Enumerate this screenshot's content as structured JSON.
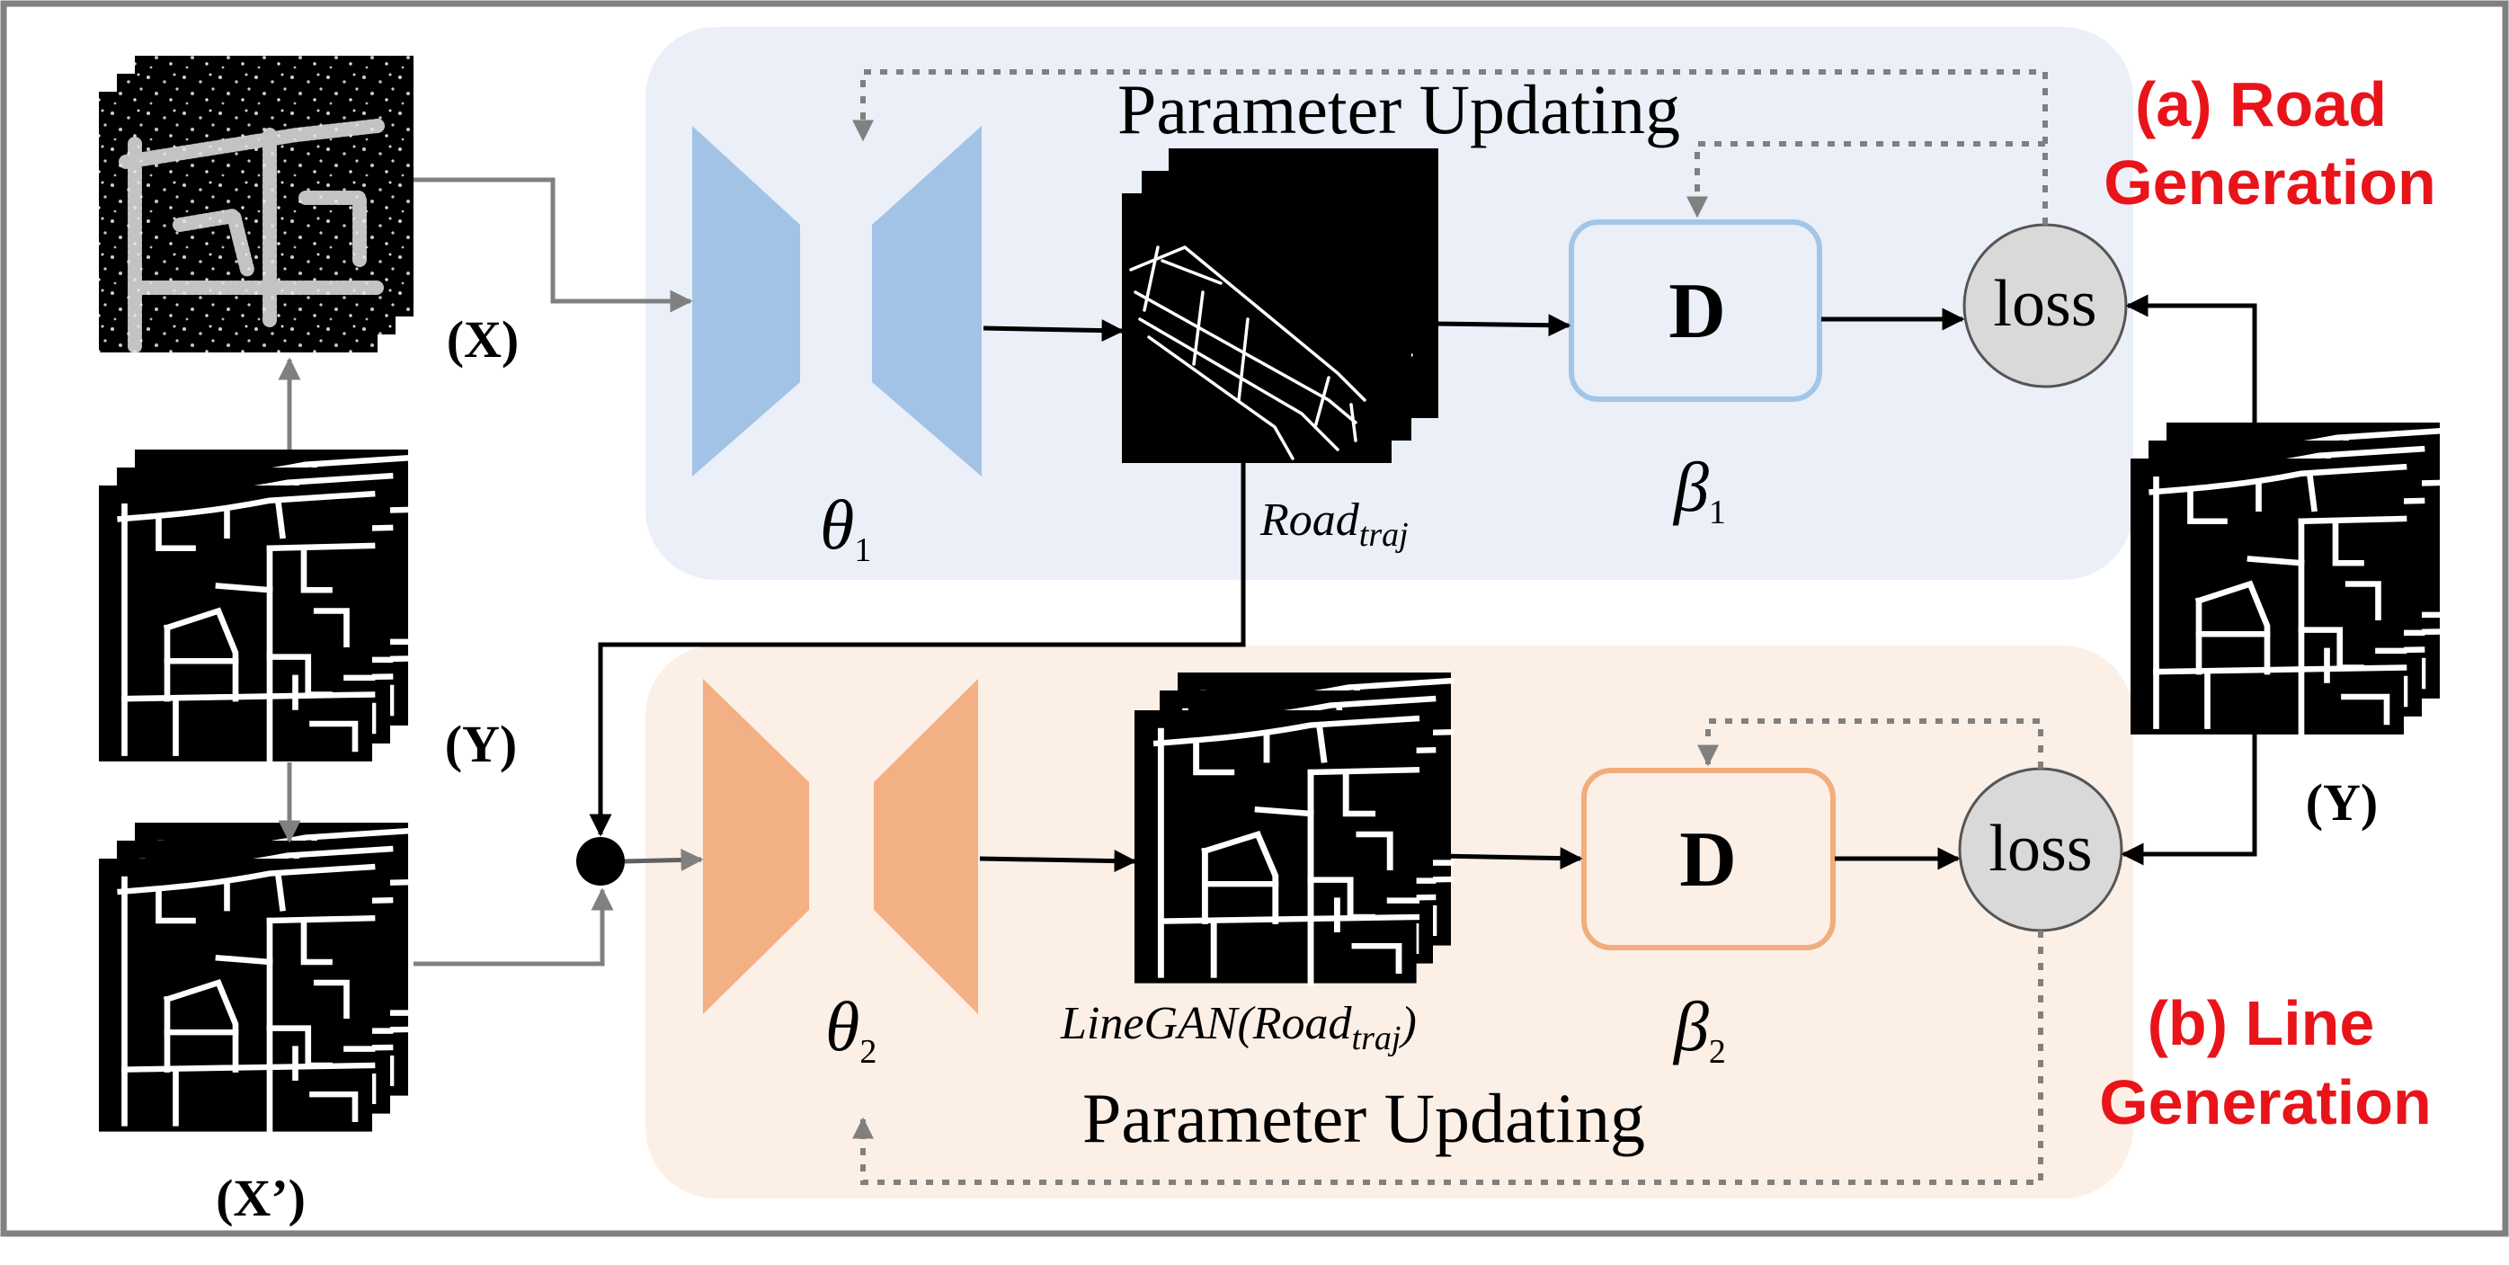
{
  "panels": {
    "road": {
      "title_line1": "(a) Road",
      "title_line2": "Generation",
      "param_update": "Parameter Updating"
    },
    "line": {
      "title_line1": "(b) Line",
      "title_line2": "Generation",
      "param_update": "Parameter Updating"
    }
  },
  "inputs": {
    "x": "(X)",
    "y": "(Y)",
    "x_prime": "(X’)",
    "y_right": "(Y)"
  },
  "generators": {
    "g1": {
      "symbol": "θ",
      "sub": "1"
    },
    "g2": {
      "symbol": "θ",
      "sub": "2"
    }
  },
  "discriminators": {
    "d1": {
      "label": "D",
      "param_symbol": "β",
      "param_sub": "1"
    },
    "d2": {
      "label": "D",
      "param_symbol": "β",
      "param_sub": "2"
    }
  },
  "outputs": {
    "road_traj": {
      "main": "Road",
      "sub": "traj"
    },
    "linegan": {
      "prefix": "LineGAN(Road",
      "sub": "traj",
      "suffix": ")"
    }
  },
  "loss": {
    "l1": "loss",
    "l2": "loss"
  },
  "colors": {
    "road_panel_bg": "#ebeff8",
    "line_panel_bg": "#fcefe6",
    "road_generator": "#a2c3e6",
    "line_generator": "#f3b084",
    "road_disc_border": "#a2c6e8",
    "line_disc_border": "#f1ad7c",
    "title_red": "#e8141a",
    "loss_fill": "#d9d9d9",
    "arrow_gray": "#808080"
  }
}
